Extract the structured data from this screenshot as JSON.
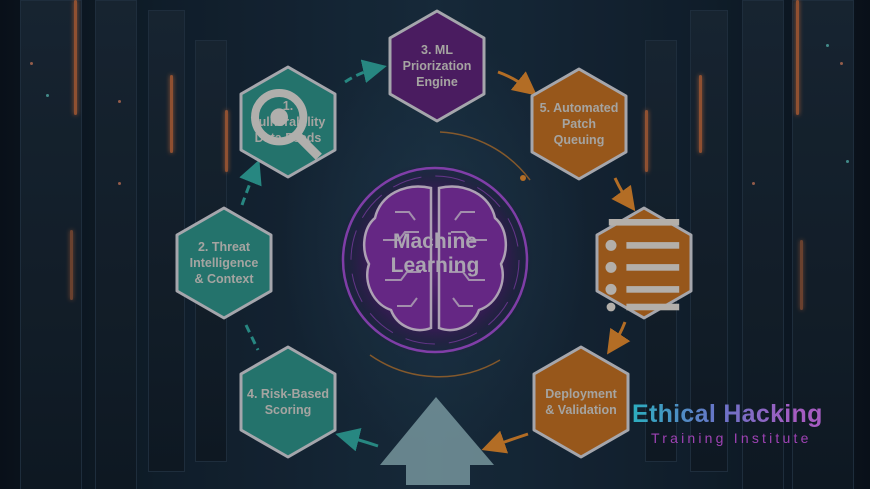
{
  "diagram": {
    "center": {
      "line1": "Machine",
      "line2": "Learning",
      "icon": "brain-circuit-icon"
    },
    "nodes": [
      {
        "id": "vulnerability-data-feeds",
        "line1": "1. Vulnerability",
        "line2": "Data Feeds",
        "icon": "magnifier-icon",
        "color": "#2b8a80"
      },
      {
        "id": "threat-intelligence",
        "line1": "2. Threat",
        "line2": "Intelligence",
        "line3": "& Context",
        "color": "#2b8a80"
      },
      {
        "id": "ml-prioritization-engine",
        "line1": "3. ML",
        "line2": "Priorization",
        "line3": "Engine",
        "color": "#5a2072"
      },
      {
        "id": "risk-based-scoring",
        "line1": "4. Risk-Based",
        "line2": "Scoring",
        "color": "#2b8a80"
      },
      {
        "id": "automated-patch-queuing",
        "line1": "5. Automated",
        "line2": "Patch Queuing",
        "color": "#b8681e"
      },
      {
        "id": "patch-list",
        "icon": "list-icon",
        "color": "#b8681e"
      },
      {
        "id": "deployment-validation",
        "line1": "Deployment",
        "line2": "& Validation",
        "color": "#b8681e"
      }
    ],
    "colors": {
      "teal": "#2b8a80",
      "purple": "#5a2072",
      "orange": "#b8681e",
      "border": "#c9c9cf",
      "arrow_teal": "#2fa39a",
      "arrow_orange": "#d9832a",
      "glow": "#b04fe0"
    }
  },
  "branding": {
    "title": "Ethical Hacking",
    "subtitle": "Training Institute"
  }
}
